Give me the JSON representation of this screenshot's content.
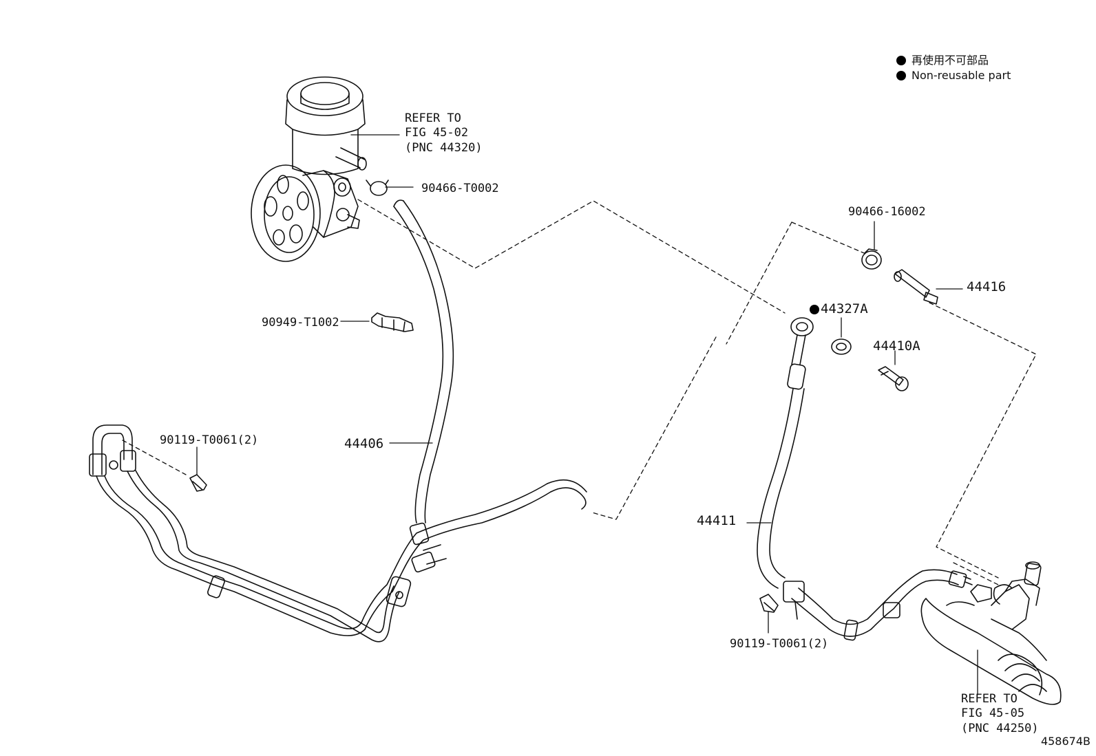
{
  "legend": {
    "line1": "再使用不可部品",
    "line2": "Non-reusable part"
  },
  "callouts": {
    "ref_top": [
      "REFER TO",
      "FIG 45-02",
      "(PNC 44320)"
    ],
    "ref_bottom": [
      "REFER TO",
      "FIG 45-05",
      "(PNC 44250)"
    ],
    "p90466_t0002": "90466-T0002",
    "p90949_t1002": "90949-T1002",
    "p90119_left": "90119-T0061(2)",
    "p44406": "44406",
    "p90466_16002": "90466-16002",
    "p44416": "44416",
    "p44327a": "44327A",
    "p44410a": "44410A",
    "p44411": "44411",
    "p90119_right": "90119-T0061(2)"
  },
  "figure_number": "458674B",
  "colors": {
    "line": "#111111",
    "background": "#ffffff"
  }
}
